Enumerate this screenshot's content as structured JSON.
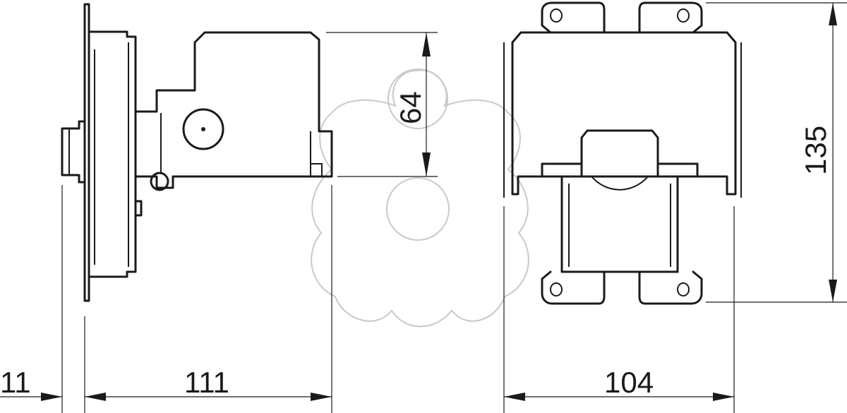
{
  "dimensions": {
    "flange_thickness": "11",
    "side_depth": "111",
    "body_height": "64",
    "front_width": "104",
    "front_height": "135"
  },
  "colors": {
    "line": "#1a1a1a",
    "watermark": "#c9c9c9",
    "background": "#ffffff"
  }
}
